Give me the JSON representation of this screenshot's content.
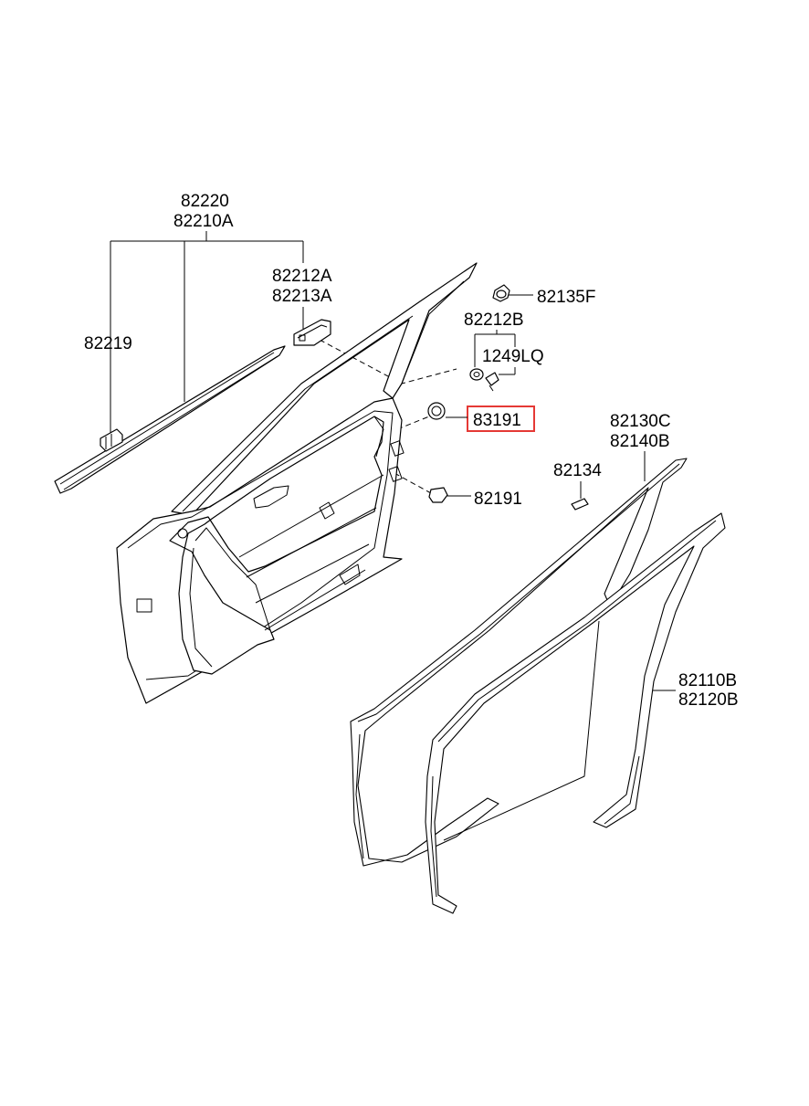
{
  "labels": {
    "p82220": "82220",
    "p82210A": "82210A",
    "p82219": "82219",
    "p82212A": "82212A",
    "p82213A": "82213A",
    "p82135F": "82135F",
    "p82212B": "82212B",
    "p1249LQ": "1249LQ",
    "p83191": "83191",
    "p82191": "82191",
    "p82134": "82134",
    "p82130C": "82130C",
    "p82140B": "82140B",
    "p82110B": "82110B",
    "p82120B": "82120B"
  },
  "highlight_color": "#e53935"
}
